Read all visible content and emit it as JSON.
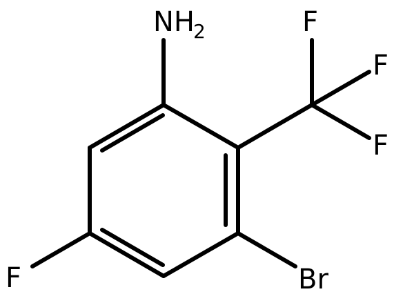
{
  "molecule": {
    "atoms": {
      "amine_N": "NH",
      "amine_sub": "2",
      "F_top": "F",
      "F_right": "F",
      "F_lower_right": "F",
      "F_left": "F",
      "Br": "Br"
    }
  }
}
